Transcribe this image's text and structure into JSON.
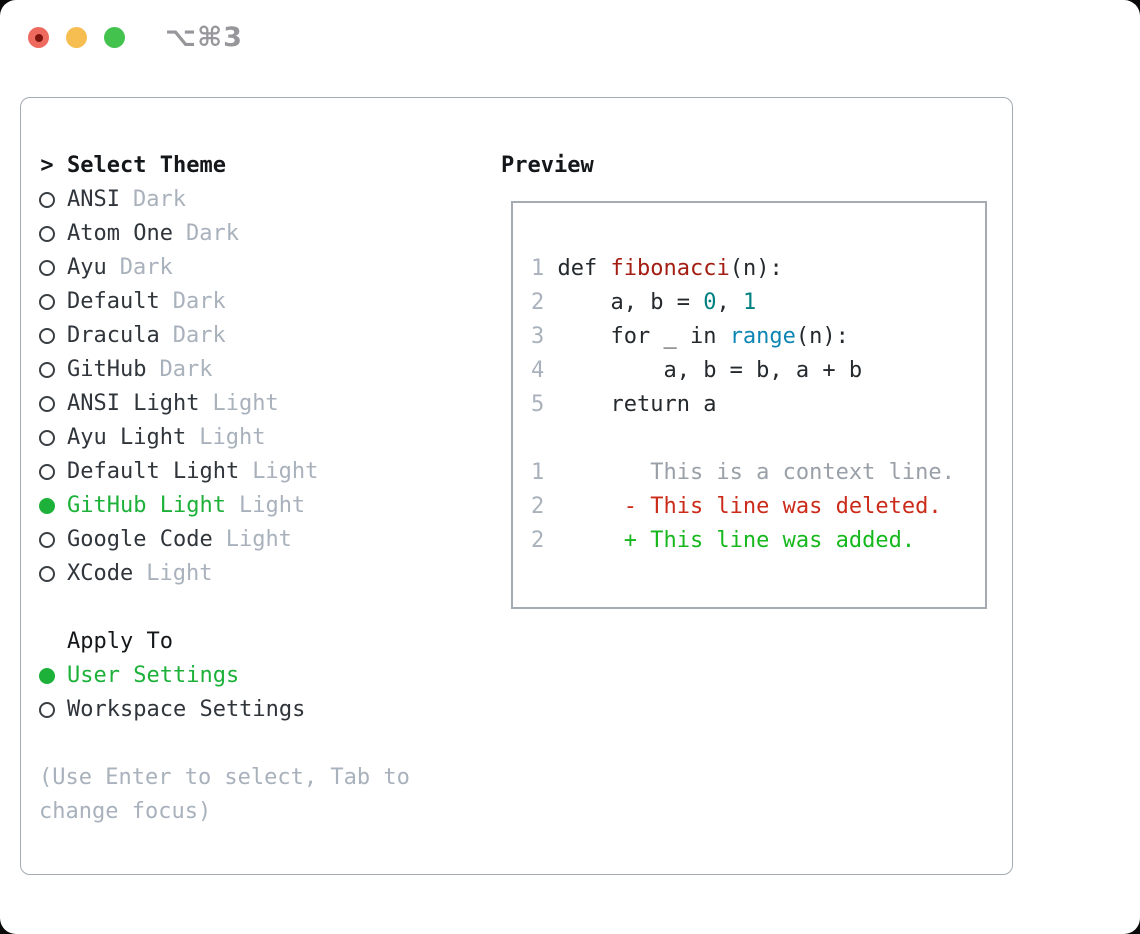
{
  "window": {
    "title_shortcut": "⌥⌘3"
  },
  "colors": {
    "tl_red": "#ee6a5e",
    "tl_red_dot": "#7d150d",
    "tl_yellow": "#f6bd50",
    "tl_green": "#43c24e",
    "title_gray": "#96969b",
    "border_gray": "#a4abb3",
    "header_dark": "#14171a",
    "name_dark": "#2f353b",
    "muted": "#a9b2bc",
    "radio_ring": "#3a3f44",
    "selection_green": "#1db13a",
    "text_dark": "#24292e",
    "fn_red": "#a31d12",
    "number_teal": "#008080",
    "builtin_blue": "#0e86b3",
    "context_gray": "#99a0a8",
    "deleted_red": "#cb2b1a",
    "added_green": "#17b81e"
  },
  "theme_picker": {
    "header_prefix": ">",
    "header_label": "Select Theme",
    "themes": [
      {
        "name": "ANSI",
        "variant": "Dark",
        "selected": false
      },
      {
        "name": "Atom One",
        "variant": "Dark",
        "selected": false
      },
      {
        "name": "Ayu",
        "variant": "Dark",
        "selected": false
      },
      {
        "name": "Default",
        "variant": "Dark",
        "selected": false
      },
      {
        "name": "Dracula",
        "variant": "Dark",
        "selected": false
      },
      {
        "name": "GitHub",
        "variant": "Dark",
        "selected": false
      },
      {
        "name": "ANSI Light",
        "variant": "Light",
        "selected": false
      },
      {
        "name": "Ayu Light",
        "variant": "Light",
        "selected": false
      },
      {
        "name": "Default Light",
        "variant": "Light",
        "selected": false
      },
      {
        "name": "GitHub Light",
        "variant": "Light",
        "selected": true
      },
      {
        "name": "Google Code",
        "variant": "Light",
        "selected": false
      },
      {
        "name": "XCode",
        "variant": "Light",
        "selected": false
      }
    ],
    "apply_to": {
      "label": "Apply To",
      "options": [
        {
          "label": "User Settings",
          "selected": true
        },
        {
          "label": "Workspace Settings",
          "selected": false
        }
      ]
    },
    "hint_lines": [
      "(Use Enter to select, Tab to",
      "change focus)"
    ]
  },
  "preview": {
    "label": "Preview",
    "lines": [
      {
        "num": "1",
        "segs": [
          [
            " def ",
            "plain"
          ],
          [
            "fibonacci",
            "fn"
          ],
          [
            "(n):",
            "plain"
          ]
        ]
      },
      {
        "num": "2",
        "segs": [
          [
            "     a, b = ",
            "plain"
          ],
          [
            "0",
            "num"
          ],
          [
            ", ",
            "plain"
          ],
          [
            "1",
            "num"
          ]
        ]
      },
      {
        "num": "3",
        "segs": [
          [
            "     for _ in ",
            "plain"
          ],
          [
            "range",
            "builtin"
          ],
          [
            "(n):",
            "plain"
          ]
        ]
      },
      {
        "num": "4",
        "segs": [
          [
            "         a, b = b, a + b",
            "plain"
          ]
        ]
      },
      {
        "num": "5",
        "segs": [
          [
            "     return a",
            "plain"
          ]
        ]
      },
      {
        "num": "",
        "segs": []
      },
      {
        "num": "1",
        "segs": [
          [
            "        This is a context line.",
            "context"
          ]
        ]
      },
      {
        "num": "2",
        "segs": [
          [
            "      - This line was deleted.",
            "deleted"
          ]
        ]
      },
      {
        "num": "2",
        "segs": [
          [
            "      + This line was added.",
            "added"
          ]
        ]
      }
    ]
  }
}
